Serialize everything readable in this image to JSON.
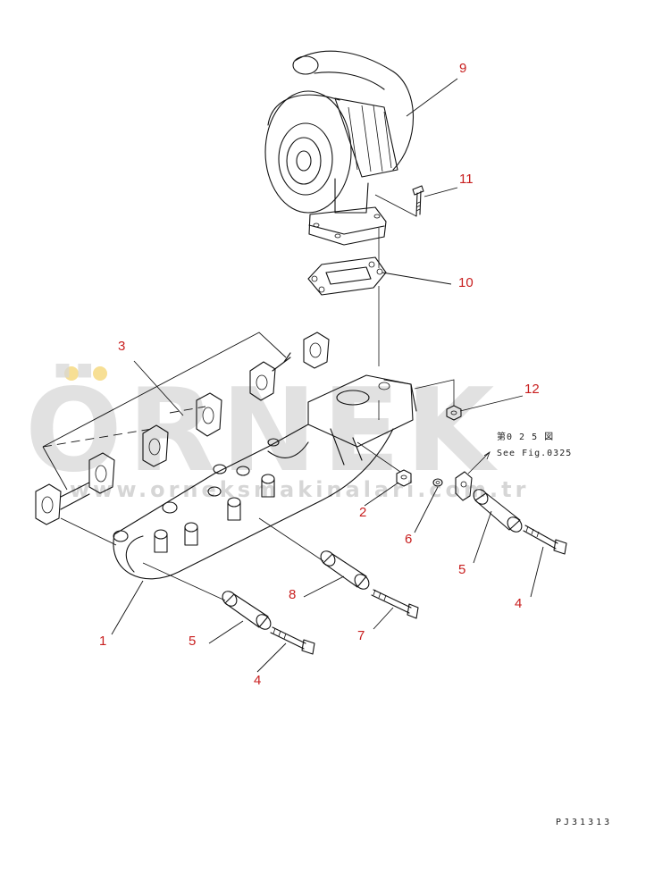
{
  "watermark": {
    "brand": "ÖRNEK",
    "site": "www.orneksmakinalari.com.tr"
  },
  "callouts": [
    {
      "id": "c1",
      "label": "1"
    },
    {
      "id": "c2",
      "label": "2"
    },
    {
      "id": "c3",
      "label": "3"
    },
    {
      "id": "c4a",
      "label": "4"
    },
    {
      "id": "c4b",
      "label": "4"
    },
    {
      "id": "c5a",
      "label": "5"
    },
    {
      "id": "c5b",
      "label": "5"
    },
    {
      "id": "c6",
      "label": "6"
    },
    {
      "id": "c7",
      "label": "7"
    },
    {
      "id": "c8",
      "label": "8"
    },
    {
      "id": "c9",
      "label": "9"
    },
    {
      "id": "c10",
      "label": "10"
    },
    {
      "id": "c11",
      "label": "11"
    },
    {
      "id": "c12",
      "label": "12"
    }
  ],
  "reference_note": {
    "line1": "第0 2 5 図",
    "line2": "See Fig.0325"
  },
  "drawing_code": "PJ31313"
}
